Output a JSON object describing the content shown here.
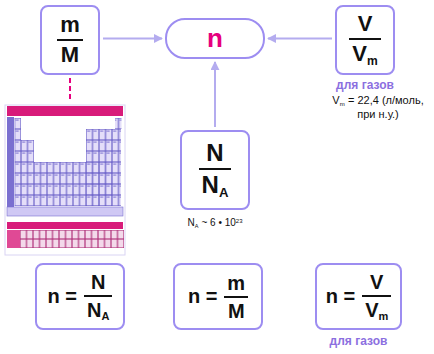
{
  "diagram": {
    "nodes": [
      {
        "text": [
          "m",
          "M"
        ]
      },
      {
        "text": [
          "n"
        ]
      },
      {
        "text": [
          "V",
          "V",
          "m"
        ]
      },
      {
        "text": [
          "N",
          "N",
          "A"
        ]
      },
      {
        "text": [
          "n =",
          "N",
          "N",
          "A"
        ]
      },
      {
        "text": [
          "n =",
          "m",
          "M"
        ]
      },
      {
        "text": [
          "n =",
          "V",
          "V",
          "m"
        ]
      }
    ],
    "edges": [
      {
        "from": 0,
        "to": 1,
        "arrow": "to"
      },
      {
        "from": 2,
        "to": 1,
        "arrow": "to"
      },
      {
        "from": 3,
        "to": 1,
        "arrow": "to"
      }
    ],
    "labels": [
      "для газов",
      "V",
      "m",
      "= 22,4 (л/моль, при н.у.)",
      "N",
      "A",
      "~ 6 • 10",
      "23",
      "для газов"
    ]
  }
}
